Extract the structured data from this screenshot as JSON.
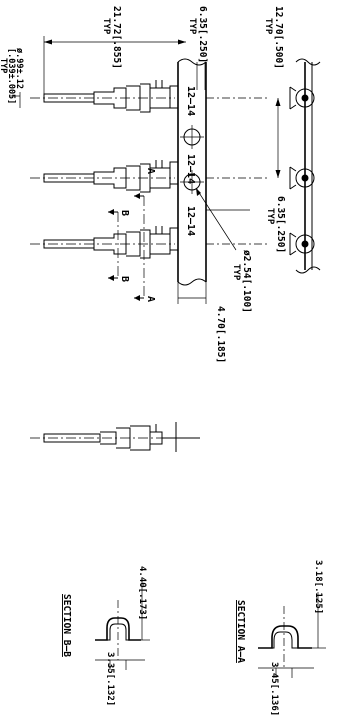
{
  "drawing": {
    "dims": {
      "pitch_top": "12.70[.500]",
      "pitch_top_typ": "TYP",
      "strip_width": "6.35[.250]",
      "strip_width_typ": "TYP",
      "carrier_overall": "21.72[.855]",
      "carrier_overall_typ": "TYP",
      "pin_dia": "ø.99±.12",
      "pin_dia_in": "[.039±.005]",
      "pin_dia_typ": "TYP",
      "pilot_offset": "6.35[.250]",
      "pilot_offset_typ": "TYP",
      "pilot_hole": "ø2.54[.100]",
      "pilot_hole_typ": "TYP",
      "carrier_edge": "4.70[.185]",
      "sec_b_height": "4.40[.173]",
      "sec_b_width": "3.35[.132]",
      "sec_a_height": "3.18[.125]",
      "sec_a_width": "3.45[.136]"
    },
    "wire_range_labels": [
      "12–14",
      "12–14",
      "12–14"
    ],
    "section_markers": {
      "a": "A",
      "b": "B"
    },
    "section_titles": {
      "b": "SECTION  B—B",
      "a": "SECTION  A—A"
    }
  }
}
